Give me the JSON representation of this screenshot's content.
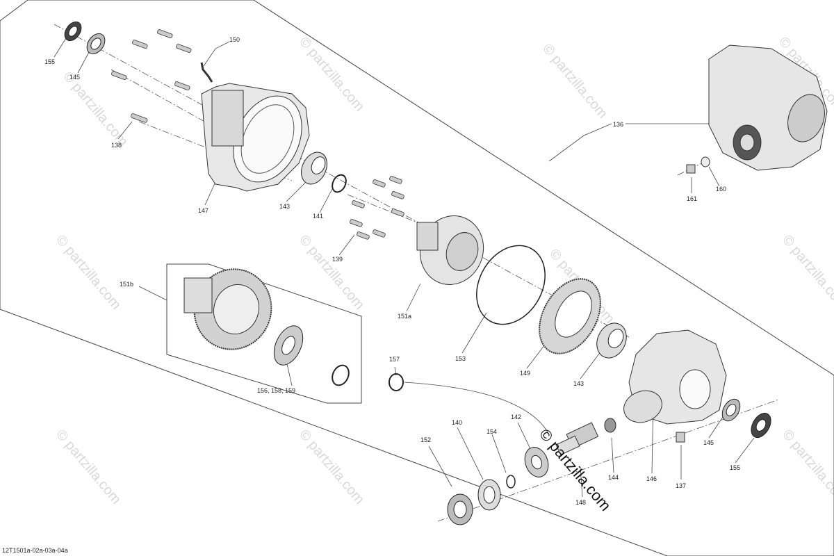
{
  "diagram": {
    "drawing_code": "12T1501a-02a-03a-04a",
    "watermark": "© partzilla.com",
    "callouts": {
      "c155a": "155",
      "c145a": "145",
      "c138": "138",
      "c150": "150",
      "c147": "147",
      "c143a": "143",
      "c141": "141",
      "c139": "139",
      "c151a": "151a",
      "c151b": "151b",
      "c153": "153",
      "c149": "149",
      "c143b": "143",
      "c136": "136",
      "c160": "160",
      "c161": "161",
      "c156": "156, 158, 159",
      "c157": "157",
      "c152": "152",
      "c140": "140",
      "c154": "154",
      "c142": "142",
      "c148": "148",
      "c144": "144",
      "c146": "146",
      "c137": "137",
      "c145b": "145",
      "c155b": "155"
    }
  }
}
